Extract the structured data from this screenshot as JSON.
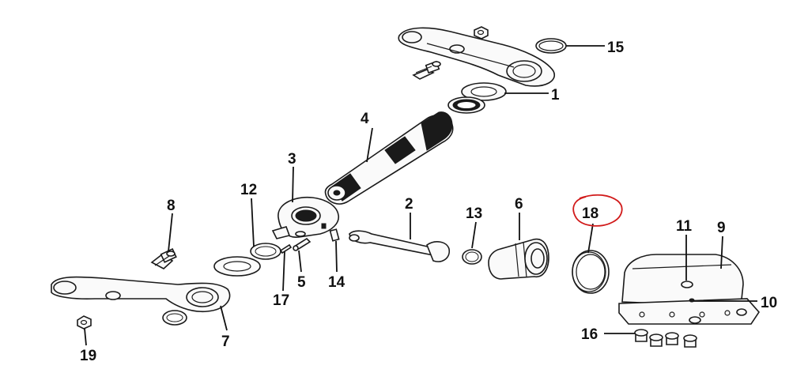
{
  "diagram": {
    "labels": {
      "p1": "1",
      "p2": "2",
      "p3": "3",
      "p4": "4",
      "p5": "5",
      "p6": "6",
      "p7": "7",
      "p8": "8",
      "p9": "9",
      "p10": "10",
      "p11": "11",
      "p12": "12",
      "p13": "13",
      "p14": "14",
      "p15": "15",
      "p16": "16",
      "p17": "17",
      "p18": "18",
      "p19": "19"
    },
    "highlight_color": "#d11a1a"
  }
}
